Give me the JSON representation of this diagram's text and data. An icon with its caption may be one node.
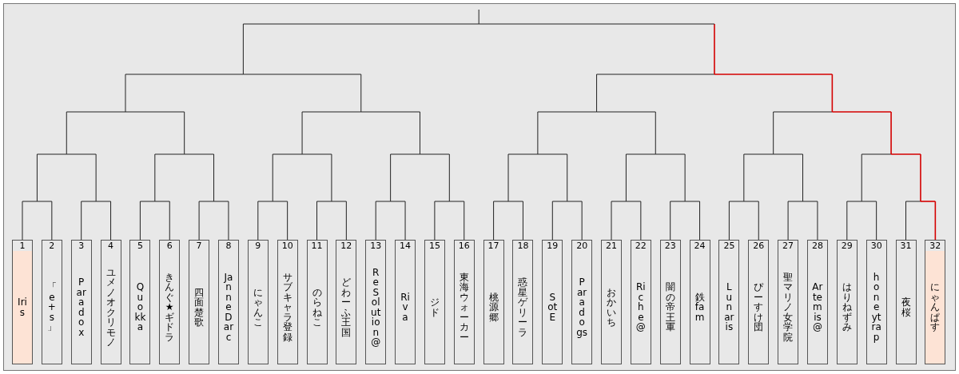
{
  "diagram": {
    "nodes": [
      {
        "text": [
          "1",
          "Iris"
        ]
      },
      {
        "text": [
          "2",
          "「e+s」"
        ]
      },
      {
        "text": [
          "3",
          "Paradox"
        ]
      },
      {
        "text": [
          "4",
          "ユメノオクリモノ"
        ]
      },
      {
        "text": [
          "5",
          "Quokka"
        ]
      },
      {
        "text": [
          "6",
          "きんぐ★ギドラ"
        ]
      },
      {
        "text": [
          "7",
          "四面楚歌"
        ]
      },
      {
        "text": [
          "8",
          "JanneDarc"
        ]
      },
      {
        "text": [
          "9",
          "にゃんこ"
        ]
      },
      {
        "text": [
          "10",
          "サブキャラ登録"
        ]
      },
      {
        "text": [
          "11",
          "のらねこ"
        ]
      },
      {
        "text": [
          "12",
          "どわーふ王国"
        ]
      },
      {
        "text": [
          "13",
          "ReSolution@"
        ]
      },
      {
        "text": [
          "14",
          "Riva"
        ]
      },
      {
        "text": [
          "15",
          "ジド"
        ]
      },
      {
        "text": [
          "16",
          "東海ウォーカー"
        ]
      },
      {
        "text": [
          "17",
          "桃源郷"
        ]
      },
      {
        "text": [
          "18",
          "惑星ゲリーラ"
        ]
      },
      {
        "text": [
          "19",
          "SotE"
        ]
      },
      {
        "text": [
          "20",
          "Paradogs"
        ]
      },
      {
        "text": [
          "21",
          "おかいち"
        ]
      },
      {
        "text": [
          "22",
          "Riche@"
        ]
      },
      {
        "text": [
          "23",
          "闇の帝王軍"
        ]
      },
      {
        "text": [
          "24",
          "鉄fam"
        ]
      },
      {
        "text": [
          "25",
          "Lunaris"
        ]
      },
      {
        "text": [
          "26",
          "ぴーすけ団"
        ]
      },
      {
        "text": [
          "27",
          "聖マリノ女学院"
        ]
      },
      {
        "text": [
          "28",
          "Artemis@"
        ]
      },
      {
        "text": [
          "29",
          "はりねずみ"
        ]
      },
      {
        "text": [
          "30",
          "honeytrap"
        ]
      },
      {
        "text": [
          "31",
          "夜桜"
        ]
      },
      {
        "text": [
          "32",
          "にゃんぱす"
        ]
      }
    ]
  }
}
